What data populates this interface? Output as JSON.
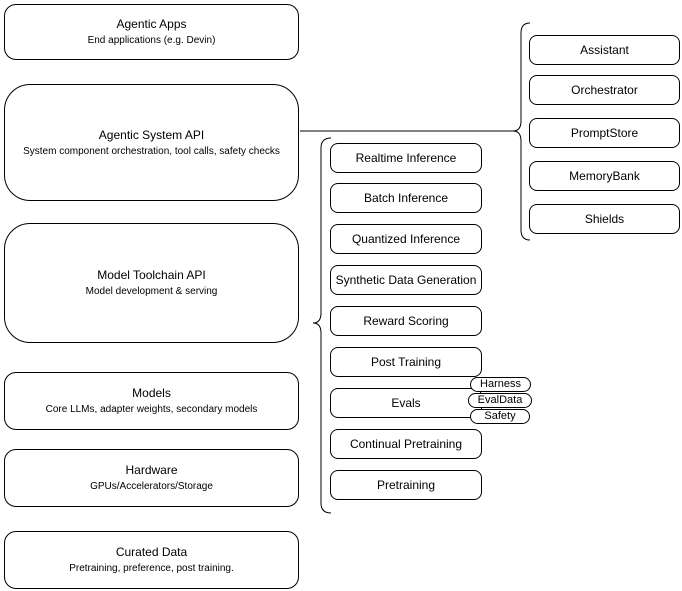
{
  "diagram": {
    "stack": [
      {
        "title": "Agentic Apps",
        "subtitle": "End applications (e.g. Devin)"
      },
      {
        "title": "Agentic System API",
        "subtitle": "System component orchestration, tool calls, safety checks"
      },
      {
        "title": "Model Toolchain API",
        "subtitle": "Model development & serving"
      },
      {
        "title": "Models",
        "subtitle": "Core LLMs, adapter weights, secondary models"
      },
      {
        "title": "Hardware",
        "subtitle": "GPUs/Accelerators/Storage"
      },
      {
        "title": "Curated Data",
        "subtitle": "Pretraining, preference, post training."
      }
    ],
    "toolchain_items": [
      "Realtime Inference",
      "Batch Inference",
      "Quantized Inference",
      "Synthetic Data Generation",
      "Reward Scoring",
      "Post Training",
      "Evals",
      "Continual Pretraining",
      "Pretraining"
    ],
    "evals_tags": [
      "Harness",
      "EvalData",
      "Safety"
    ],
    "system_components": [
      "Assistant",
      "Orchestrator",
      "PromptStore",
      "MemoryBank",
      "Shields"
    ],
    "colors": {
      "stroke": "#000000",
      "fill": "#ffffff",
      "text": "#000000"
    }
  }
}
